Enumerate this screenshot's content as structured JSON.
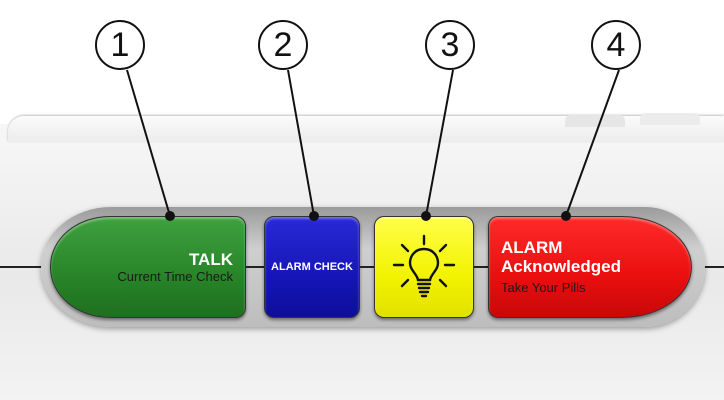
{
  "callouts": [
    "1",
    "2",
    "3",
    "4"
  ],
  "buttons": {
    "talk": {
      "title": "TALK",
      "subtitle": "Current Time Check",
      "color": "#288428"
    },
    "alarm_check": {
      "label": "ALARM CHECK",
      "color": "#1515b8"
    },
    "light": {
      "icon": "lightbulb-icon",
      "color": "#f2f200"
    },
    "alarm": {
      "title_line1": "ALARM",
      "title_line2": "Acknowledged",
      "subtitle": "Take Your Pills",
      "color": "#e90f0f"
    }
  }
}
